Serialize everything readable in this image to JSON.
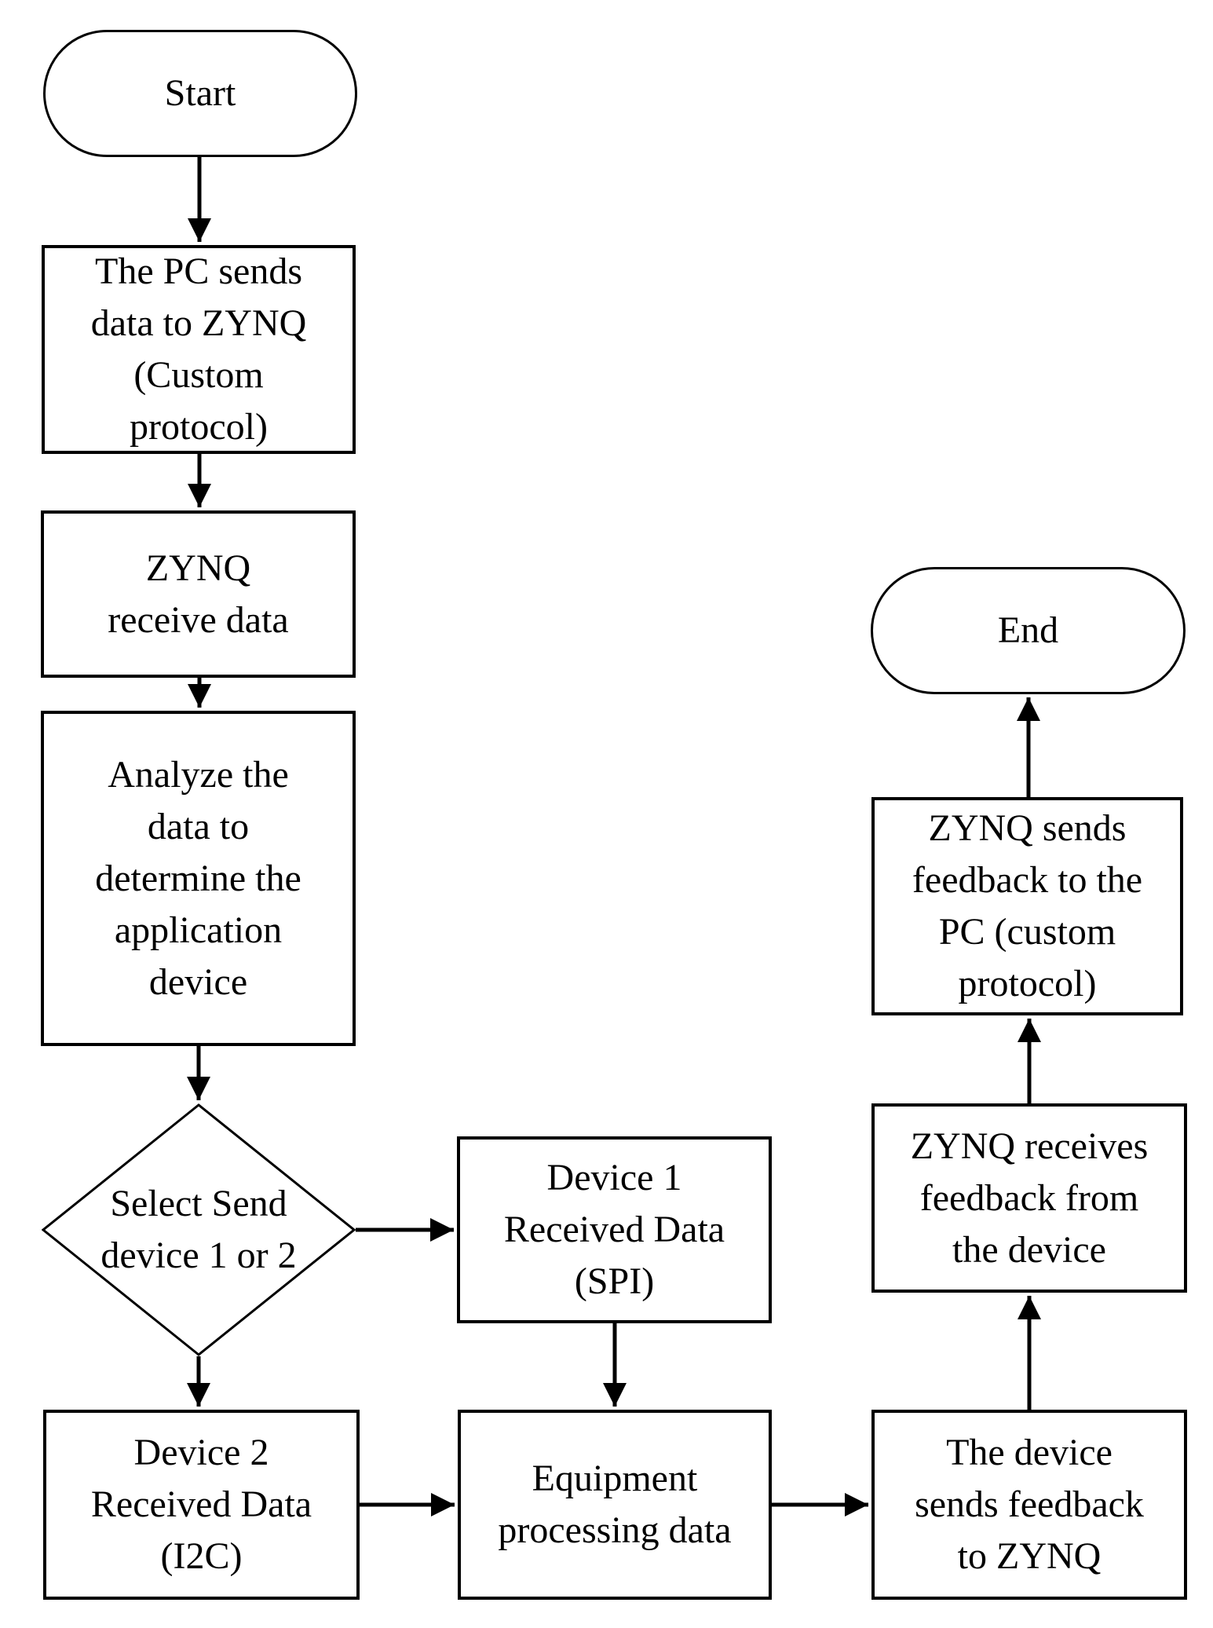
{
  "diagram": {
    "colors": {
      "background": "#ffffff",
      "line": "#000000",
      "text": "#000000"
    },
    "nodes": {
      "start": {
        "type": "terminator",
        "label": "Start"
      },
      "pc_sends": {
        "type": "process",
        "label": "The PC sends\ndata to ZYNQ\n(Custom\nprotocol)"
      },
      "zynq_receive": {
        "type": "process",
        "label": "ZYNQ\nreceive data"
      },
      "analyze": {
        "type": "process",
        "label": "Analyze the\ndata to\ndetermine the\napplication\ndevice"
      },
      "select_device": {
        "type": "decision",
        "label": "Select Send\ndevice 1 or 2"
      },
      "device1": {
        "type": "process",
        "label": "Device 1\nReceived Data\n(SPI)"
      },
      "device2": {
        "type": "process",
        "label": "Device 2\nReceived Data\n(I2C)"
      },
      "equipment": {
        "type": "process",
        "label": "Equipment\nprocessing data"
      },
      "device_feedback": {
        "type": "process",
        "label": "The device\nsends feedback\nto ZYNQ"
      },
      "zynq_receives_feedback": {
        "type": "process",
        "label": "ZYNQ receives\nfeedback from\nthe device"
      },
      "zynq_sends_feedback": {
        "type": "process",
        "label": "ZYNQ sends\nfeedback to the\nPC (custom\nprotocol)"
      },
      "end": {
        "type": "terminator",
        "label": "End"
      }
    },
    "edges": [
      {
        "from": "start",
        "to": "pc_sends"
      },
      {
        "from": "pc_sends",
        "to": "zynq_receive"
      },
      {
        "from": "zynq_receive",
        "to": "analyze"
      },
      {
        "from": "analyze",
        "to": "select_device"
      },
      {
        "from": "select_device",
        "to": "device1"
      },
      {
        "from": "select_device",
        "to": "device2"
      },
      {
        "from": "device1",
        "to": "equipment"
      },
      {
        "from": "device2",
        "to": "equipment"
      },
      {
        "from": "equipment",
        "to": "device_feedback"
      },
      {
        "from": "device_feedback",
        "to": "zynq_receives_feedback"
      },
      {
        "from": "zynq_receives_feedback",
        "to": "zynq_sends_feedback"
      },
      {
        "from": "zynq_sends_feedback",
        "to": "end"
      }
    ]
  }
}
